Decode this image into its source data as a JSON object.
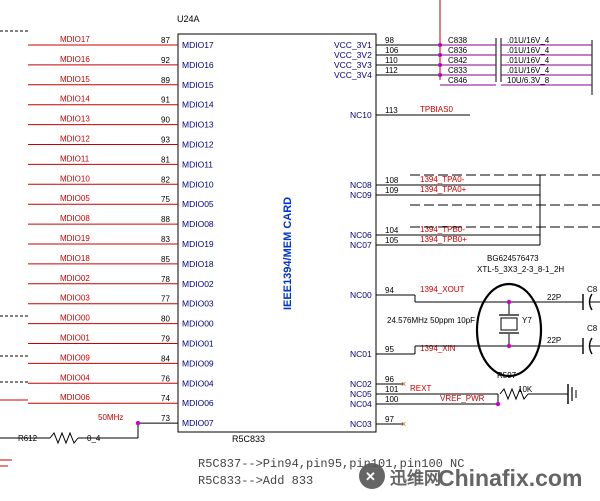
{
  "chip": {
    "ref": "U24A",
    "part": "R5C833",
    "title": "IEEE1394/MEM CARD"
  },
  "left_pins": [
    {
      "net": "MDIO17",
      "pin": "87",
      "name": "MDIO17"
    },
    {
      "net": "MDIO16",
      "pin": "92",
      "name": "MDIO16"
    },
    {
      "net": "MDIO15",
      "pin": "89",
      "name": "MDIO15"
    },
    {
      "net": "MDIO14",
      "pin": "91",
      "name": "MDIO14"
    },
    {
      "net": "MDIO13",
      "pin": "90",
      "name": "MDIO13"
    },
    {
      "net": "MDIO12",
      "pin": "93",
      "name": "MDIO12"
    },
    {
      "net": "MDIO11",
      "pin": "81",
      "name": "MDIO11"
    },
    {
      "net": "MDIO10",
      "pin": "82",
      "name": "MDIO10"
    },
    {
      "net": "MDIO05",
      "pin": "75",
      "name": "MDIO05"
    },
    {
      "net": "MDIO08",
      "pin": "88",
      "name": "MDIO08"
    },
    {
      "net": "MDIO19",
      "pin": "83",
      "name": "MDIO19"
    },
    {
      "net": "MDIO18",
      "pin": "85",
      "name": "MDIO18"
    },
    {
      "net": "MDIO02",
      "pin": "78",
      "name": "MDIO02"
    },
    {
      "net": "MDIO03",
      "pin": "77",
      "name": "MDIO03"
    },
    {
      "net": "MDIO00",
      "pin": "80",
      "name": "MDIO00"
    },
    {
      "net": "MDIO01",
      "pin": "79",
      "name": "MDIO01"
    },
    {
      "net": "MDIO09",
      "pin": "84",
      "name": "MDIO09"
    },
    {
      "net": "MDIO04",
      "pin": "76",
      "name": "MDIO04"
    },
    {
      "net": "MDIO06",
      "pin": "74",
      "name": "MDIO06"
    },
    {
      "net": "50MHz",
      "pin": "73",
      "name": "MDIO07"
    }
  ],
  "vcc_pins": [
    {
      "name": "VCC_3V1",
      "pin": "98",
      "cap": "C838",
      "value": ".01U/16V_4"
    },
    {
      "name": "VCC_3V2",
      "pin": "106",
      "cap": "C836",
      "value": ".01U/16V_4"
    },
    {
      "name": "VCC_3V3",
      "pin": "110",
      "cap": "C842",
      "value": ".01U/16V_4"
    },
    {
      "name": "VCC_3V4",
      "pin": "112",
      "cap": "C833",
      "value": ".01U/16V_4"
    },
    {
      "name": "",
      "pin": "",
      "cap": "C846",
      "value": "10U/6.3V_8"
    }
  ],
  "right_pins": [
    {
      "name": "NC10",
      "pin": "113",
      "net": "TPBIAS0"
    },
    {
      "name": "NC08",
      "pin": "108",
      "net": "1394_TPA0-"
    },
    {
      "name": "NC09",
      "pin": "109",
      "net": "1394_TPA0+"
    },
    {
      "name": "NC06",
      "pin": "104",
      "net": "1394_TPB0-"
    },
    {
      "name": "NC07",
      "pin": "105",
      "net": "1394_TPB0+"
    },
    {
      "name": "NC00",
      "pin": "94",
      "net": "1394_XOUT"
    },
    {
      "name": "NC01",
      "pin": "95",
      "net": "1394_XIN"
    },
    {
      "name": "NC02",
      "pin": "96",
      "net": ""
    },
    {
      "name": "NC05",
      "pin": "101",
      "net": "REXT"
    },
    {
      "name": "NC04",
      "pin": "100",
      "net": "VREF_PWR"
    },
    {
      "name": "NC03",
      "pin": "97",
      "net": ""
    }
  ],
  "crystal": {
    "ref": "Y7",
    "desc": "24.576MHz 50ppm 10pF",
    "bom": "BG624576473",
    "footprint": "XTL-5_3X3_2-3_8-1_2H",
    "cap_value_top": "22P",
    "cap_value_bottom": "22P",
    "cap_ref_top": "C8",
    "cap_ref_bottom": "C8"
  },
  "rext_res": {
    "ref": "R597",
    "value": "10K"
  },
  "clock_res": {
    "ref": "R612",
    "value": "0_4"
  },
  "notes": [
    "R5C837-->Pin94,pin95,pin101,pin100 NC",
    "R5C833-->Add 833"
  ],
  "watermark": {
    "cn": "迅维网",
    "en": "Chinafix.com"
  },
  "colors": {
    "wire": "#000000",
    "net": "#cc0000",
    "pin_text": "#000080",
    "title": "#0033cc",
    "circle": "#000000",
    "cap_wire": "#880088"
  }
}
